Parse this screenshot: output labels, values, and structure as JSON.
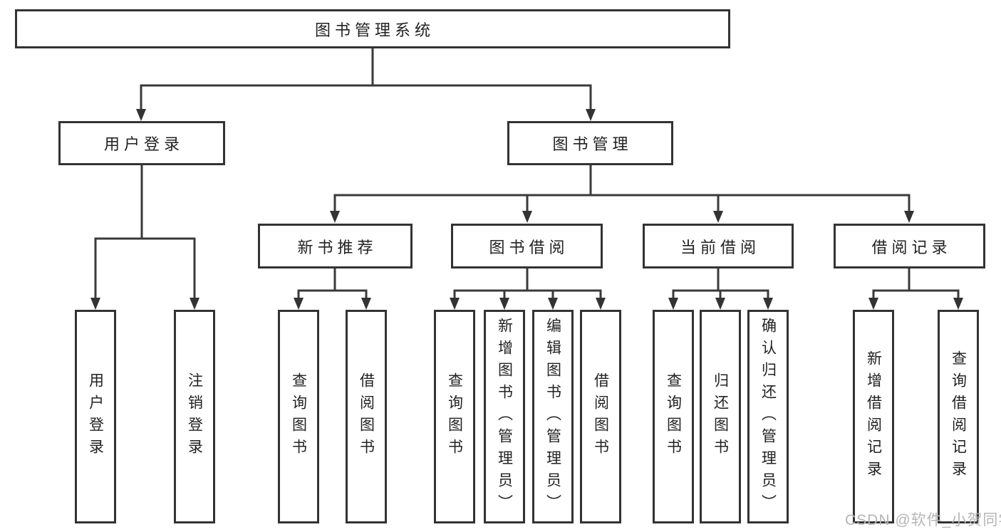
{
  "tree": {
    "root": {
      "label": "图书管理系统"
    },
    "branches": [
      {
        "label": "用户登录",
        "children": [
          {
            "label": "用户登录"
          },
          {
            "label": "注销登录"
          }
        ]
      },
      {
        "label": "图书管理",
        "children": [
          {
            "label": "新书推荐",
            "children": [
              {
                "label": "查询图书"
              },
              {
                "label": "借阅图书"
              }
            ]
          },
          {
            "label": "图书借阅",
            "children": [
              {
                "label": "查询图书"
              },
              {
                "label": "新增图书（管理员）"
              },
              {
                "label": "编辑图书（管理员）"
              },
              {
                "label": "借阅图书"
              }
            ]
          },
          {
            "label": "当前借阅",
            "children": [
              {
                "label": "查询图书"
              },
              {
                "label": "归还图书"
              },
              {
                "label": "确认归还（管理员）"
              }
            ]
          },
          {
            "label": "借阅记录",
            "children": [
              {
                "label": "新增借阅记录"
              },
              {
                "label": "查询借阅记录"
              }
            ]
          }
        ]
      }
    ]
  },
  "watermark": {
    "text": "CSDN @软件_小贺同学"
  },
  "colors": {
    "line": "#3a3a3a",
    "box_border": "#333333",
    "text": "#222222",
    "watermark": "#b7b5b6",
    "background": "#ffffff"
  }
}
